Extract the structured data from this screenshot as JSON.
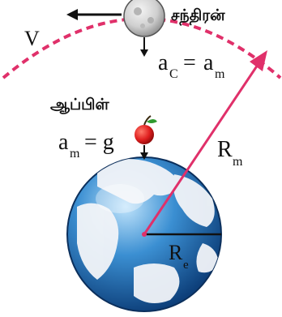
{
  "labels": {
    "velocity": "V",
    "moon_name": "சந்திரன்",
    "apple_name": "ஆப்பிள்",
    "moon_accel_a": "a",
    "moon_accel_sub_c": "C",
    "moon_accel_eq": "=",
    "moon_accel_a2": "a",
    "moon_accel_sub_m": "m",
    "apple_accel_a": "a",
    "apple_accel_sub_m": "m",
    "apple_accel_eq": "= g",
    "orbit_radius": "R",
    "orbit_radius_sub": "m",
    "earth_radius": "R",
    "earth_radius_sub": "e"
  },
  "colors": {
    "orbit": "#e0306a",
    "radius_arrow": "#e0306a",
    "earth_ocean": "#2f7fc4",
    "earth_land": "#f2f4f8",
    "moon": "#cfcfcf",
    "apple": "#e02020",
    "text": "#111111"
  }
}
